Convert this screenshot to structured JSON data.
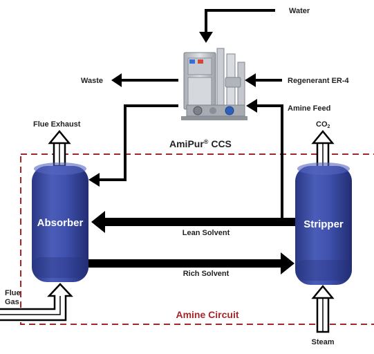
{
  "labels": {
    "water": "Water",
    "waste": "Waste",
    "regenerant": "Regenerant ER-4",
    "amine_feed": "Amine Feed",
    "flue_exhaust": "Flue Exhaust",
    "co2_main": "CO",
    "co2_sub": "2",
    "unit_name": "AmiPur",
    "unit_reg": "®",
    "unit_suffix": " CCS",
    "absorber": "Absorber",
    "stripper": "Stripper",
    "lean_solvent": "Lean Solvent",
    "rich_solvent": "Rich Solvent",
    "flue_gas_line1": "Flue",
    "flue_gas_line2": "Gas",
    "amine_circuit": "Amine Circuit",
    "steam": "Steam"
  },
  "colors": {
    "vessel": "#3b4da6",
    "vessel_dark": "#26327a",
    "line": "#000000",
    "circuit_border": "#a3262a",
    "circuit_label": "#a3262a",
    "text": "#231f20"
  },
  "icons": {
    "skid": "amipur-skid-equipment-icon"
  }
}
